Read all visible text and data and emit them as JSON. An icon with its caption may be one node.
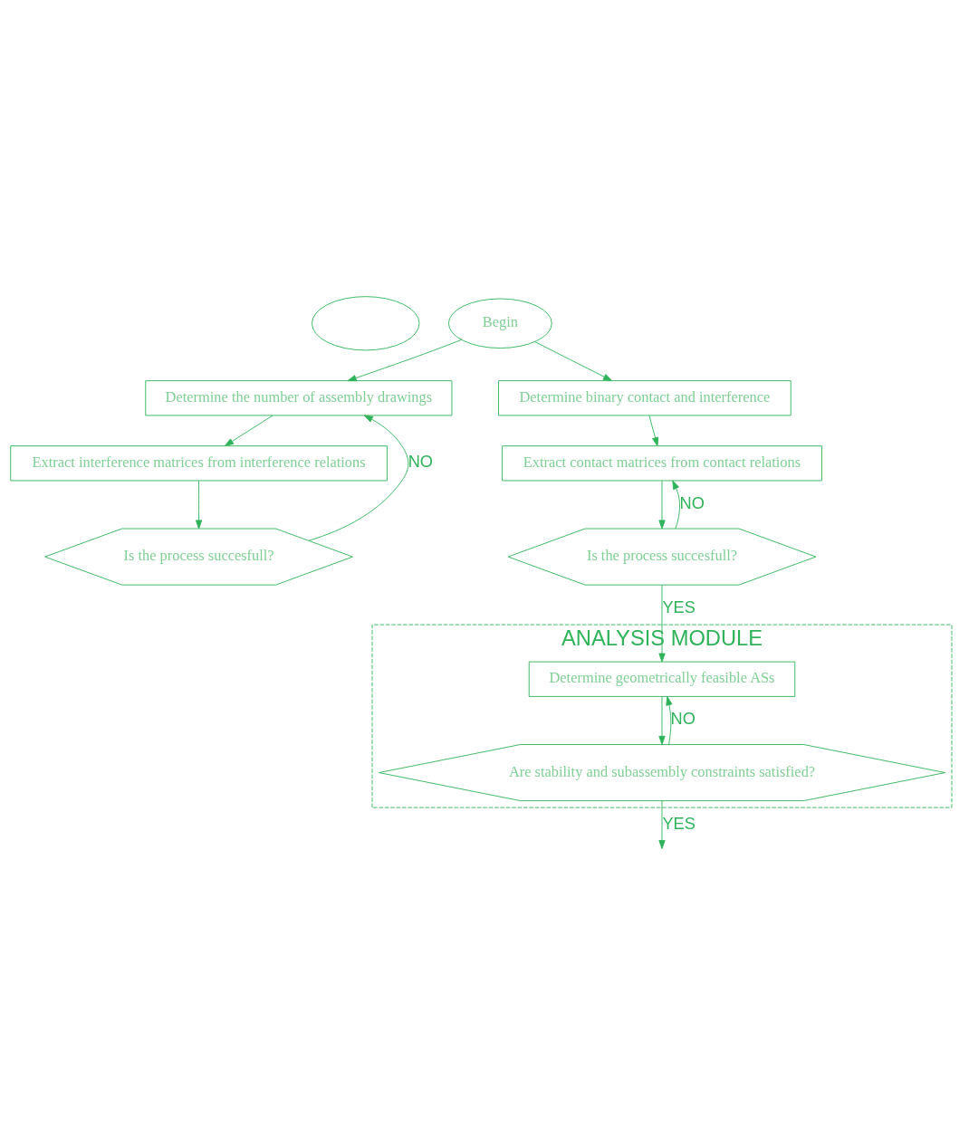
{
  "diagram": {
    "nodes": [
      {
        "text": [],
        "shape": "ellipse"
      },
      {
        "text": [
          "Begin"
        ]
      },
      {
        "text": [
          "Determine the number of assembly drawings"
        ]
      },
      {
        "text": [
          "Determine binary contact and interference"
        ]
      },
      {
        "text": [
          "Extract interference matrices from interference relations"
        ]
      },
      {
        "text": [
          "Extract contact matrices from contact relations"
        ]
      },
      {
        "text": [
          "Is the process succesfull?"
        ]
      },
      {
        "text": [
          "Is the process succesfull?"
        ]
      },
      {
        "text": [
          "ANALYSIS MODULE"
        ]
      },
      {
        "text": [
          "Determine geometrically feasible ASs"
        ],
        "in": 8
      },
      {
        "text": [
          "Are stability and subassembly constraints satisfied?"
        ],
        "in": 8
      }
    ],
    "edges": [
      {
        "from": 1,
        "to": 2,
        "arrow": "to"
      },
      {
        "from": 1,
        "to": 3,
        "arrow": "to"
      },
      {
        "from": 2,
        "to": 4,
        "arrow": "to"
      },
      {
        "from": 3,
        "to": 5,
        "arrow": "to"
      },
      {
        "from": 4,
        "to": 6,
        "arrow": "to"
      },
      {
        "from": 5,
        "to": 7,
        "arrow": "to"
      },
      {
        "from": 6,
        "to": 2,
        "arrow": "to",
        "label": "NO"
      },
      {
        "from": 7,
        "to": 5,
        "arrow": "to",
        "label": "NO"
      },
      {
        "from": 7,
        "to": 9,
        "arrow": "to",
        "label": "YES"
      },
      {
        "from": 9,
        "to": 10,
        "arrow": "to"
      },
      {
        "from": 10,
        "to": 9,
        "arrow": "to",
        "label": "NO"
      },
      {
        "from": 10,
        "to": null,
        "arrow": "to",
        "label": "YES"
      }
    ]
  }
}
